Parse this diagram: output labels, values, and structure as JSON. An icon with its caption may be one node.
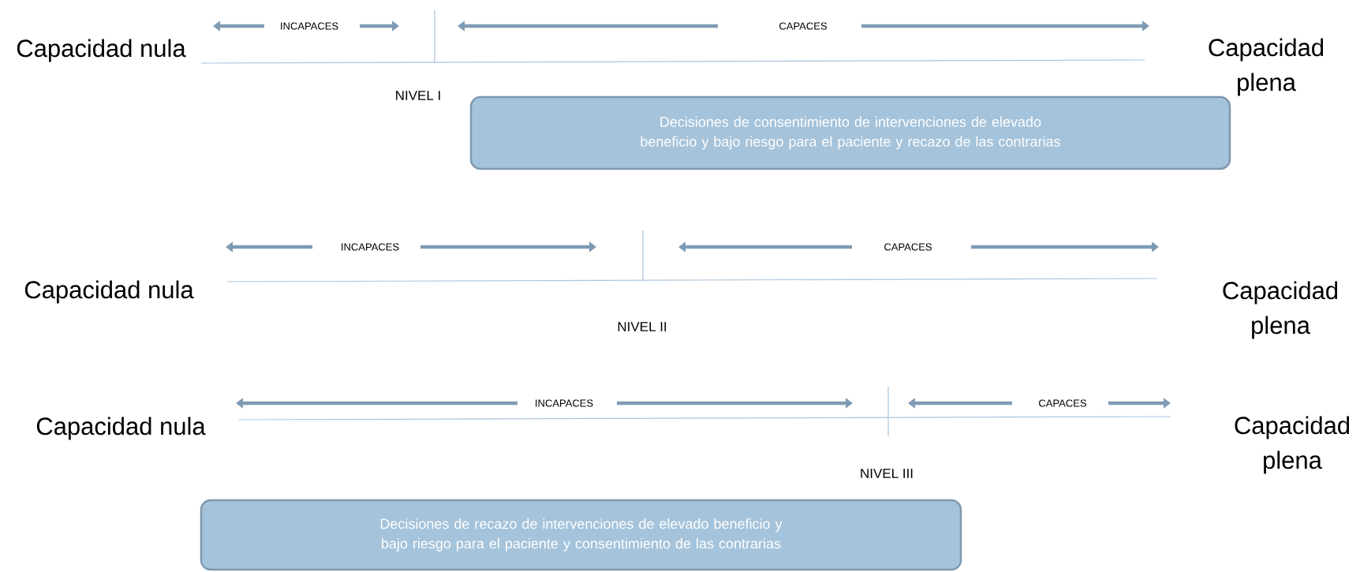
{
  "diagram": {
    "nodes": [
      {
        "text": [
          "Decisiones de consentimiento de intervenciones de elevado beneficio y bajo riesgo para el paciente y recazo de las contrarias"
        ]
      },
      {
        "text": [
          "Decisiones de recazo de intervenciones de elevado beneficio y bajo riesgo para el paciente y consentimiento  de las contrarias"
        ]
      }
    ],
    "labels": [
      "INCAPACES",
      "CAPACES",
      "Capacidad nula",
      "Capacidad plena",
      "NIVEL I",
      "INCAPACES",
      "CAPACES",
      "Capacidad nula",
      "Capacidad plena",
      "NIVEL II",
      "INCAPACES",
      "CAPACES",
      "Capacidad nula",
      "Capacidad plena",
      "NIVEL III"
    ]
  }
}
